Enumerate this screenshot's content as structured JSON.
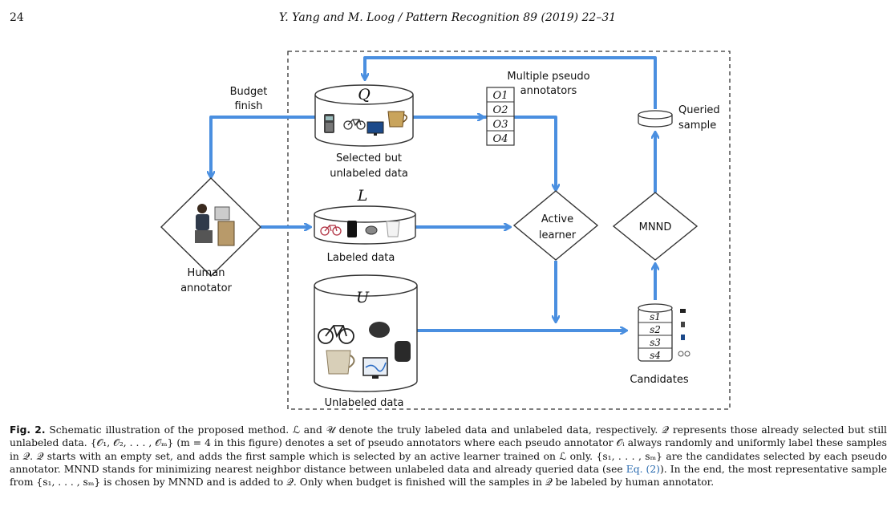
{
  "page": {
    "number": "24",
    "running_head": "Y. Yang and M. Loog / Pattern Recognition 89 (2019) 22–31"
  },
  "figure": {
    "colors": {
      "arrow": "#4a8fe0",
      "box_border": "#333333"
    },
    "human_annotator": {
      "label_line1": "Human",
      "label_line2": "annotator",
      "icon": "person-at-computer-icon"
    },
    "budget": {
      "line1": "Budget",
      "line2": "finish"
    },
    "q_store": {
      "symbol": "Q",
      "label_line1": "Selected but",
      "label_line2": "unlabeled data",
      "icons": [
        "calculator-icon",
        "bicycle-icon",
        "monitor-icon",
        "cup-icon"
      ]
    },
    "l_store": {
      "symbol": "L",
      "label": "Labeled data",
      "icons": [
        "bicycle-icon",
        "phone-icon",
        "mouse-icon",
        "cup-icon"
      ]
    },
    "u_store": {
      "symbol": "U",
      "label": "Unlabeled data",
      "icons": [
        "bicycle-icon",
        "mouse-icon",
        "backpack-icon",
        "cup-icon",
        "monitor-icon"
      ]
    },
    "pseudo": {
      "title_line1": "Multiple pseudo",
      "title_line2": "annotators",
      "items": [
        "O1",
        "O2",
        "O3",
        "O4"
      ]
    },
    "active_learner": {
      "line1": "Active",
      "line2": "learner"
    },
    "mnnd": {
      "label": "MNND"
    },
    "queried": {
      "line1": "Queried",
      "line2": "sample"
    },
    "candidates": {
      "label": "Candidates",
      "items": [
        "s1",
        "s2",
        "s3",
        "s4"
      ]
    }
  },
  "caption": {
    "fig_label": "Fig. 2.",
    "text1": " Schematic illustration of the proposed method. ℒ and 𝒰 denote the truly labeled data and unlabeled data, respectively. 𝒬 represents those already selected but still unlabeled data. {𝒪₁, 𝒪₂, . . . , 𝒪ₘ} (m = 4 in this figure) denotes a set of pseudo annotators where each pseudo annotator 𝒪ᵢ always randomly and uniformly label these samples in 𝒬. 𝒬 starts with an empty set, and adds the first sample which is selected by an active learner trained on ℒ only. {s₁, . . . , sₘ} are the candidates selected by each pseudo annotator. MNND stands for minimizing nearest neighbor distance between unlabeled data and already queried data (see ",
    "link": "Eq. (2)",
    "text2": "). In the end, the most representative sample from {s₁, . . . , sₘ} is chosen by MNND and is added to 𝒬. Only when budget is finished will the samples in 𝒬 be labeled by human annotator."
  }
}
